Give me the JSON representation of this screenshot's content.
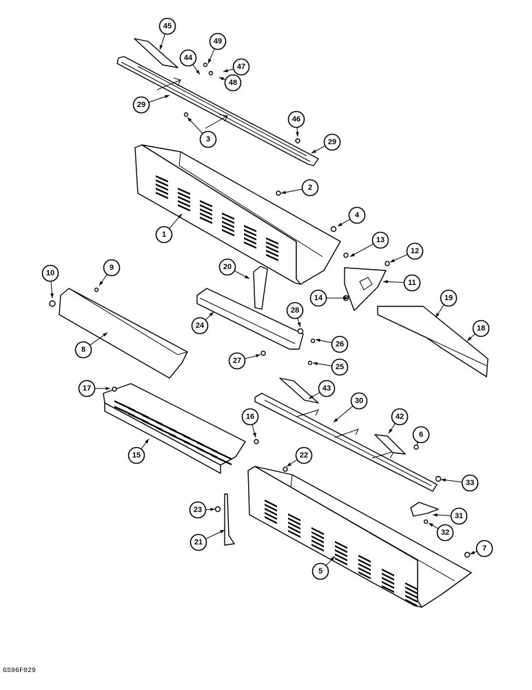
{
  "drawing_code": "GS96F029",
  "callouts": [
    "45",
    "49",
    "44",
    "47",
    "48",
    "29",
    "46",
    "3",
    "29",
    "1",
    "2",
    "4",
    "13",
    "12",
    "11",
    "14",
    "10",
    "9",
    "8",
    "20",
    "24",
    "28",
    "26",
    "27",
    "25",
    "19",
    "18",
    "17",
    "15",
    "43",
    "30",
    "42",
    "6",
    "16",
    "22",
    "33",
    "23",
    "21",
    "5",
    "31",
    "32",
    "7"
  ]
}
